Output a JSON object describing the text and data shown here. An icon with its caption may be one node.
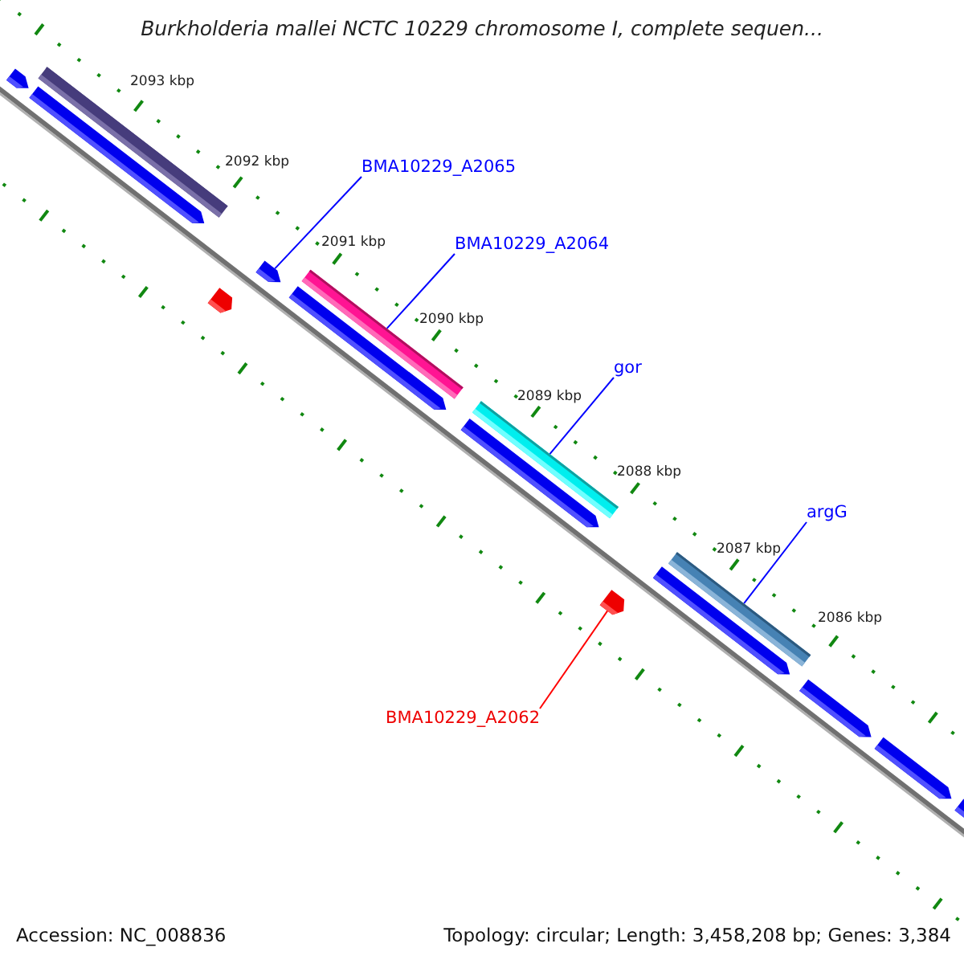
{
  "diagram": {
    "title": "Burkholderia mallei NCTC 10229 chromosome I, complete sequen...",
    "nodes": [
      {
        "text": [],
        "shape": "pentagon"
      },
      {
        "text": [],
        "shape": "bar"
      },
      {
        "text": [],
        "shape": "pentagon"
      },
      {
        "text": [],
        "shape": "pentagon"
      },
      {
        "text": [
          "BMA10229_A2065"
        ]
      },
      {
        "text": [],
        "shape": "pentagon"
      },
      {
        "text": [
          "BMA10229_A2064"
        ]
      },
      {
        "text": [],
        "shape": "bar"
      },
      {
        "text": [],
        "shape": "pentagon"
      },
      {
        "text": [
          "gor"
        ]
      },
      {
        "text": [],
        "shape": "bar"
      },
      {
        "text": [],
        "shape": "pentagon"
      },
      {
        "text": [
          "argG"
        ]
      },
      {
        "text": [],
        "shape": "bar"
      },
      {
        "text": [],
        "shape": "pentagon"
      },
      {
        "text": [],
        "shape": "pentagon"
      },
      {
        "text": [
          "BMA10229_A2062"
        ]
      },
      {
        "text": [],
        "shape": "pentagon"
      },
      {
        "text": [],
        "shape": "pentagon"
      },
      {
        "text": [],
        "shape": "pentagon"
      }
    ],
    "edges": [
      {
        "from": 4,
        "to": 5,
        "arrow": "none"
      },
      {
        "from": 6,
        "to": 7,
        "arrow": "none"
      },
      {
        "from": 9,
        "to": 10,
        "arrow": "none"
      },
      {
        "from": 12,
        "to": 13,
        "arrow": "none"
      },
      {
        "from": 16,
        "to": 15,
        "arrow": "none",
        "color": "#ff0000"
      }
    ],
    "labels": [
      "2093 kbp",
      "2092 kbp",
      "2091 kbp",
      "2090 kbp",
      "2089 kbp",
      "2088 kbp",
      "2087 kbp",
      "2086 kbp",
      "Accession: NC_008836",
      "Topology: circular; Length: 3,458,208 bp; Genes: 3,384"
    ]
  }
}
